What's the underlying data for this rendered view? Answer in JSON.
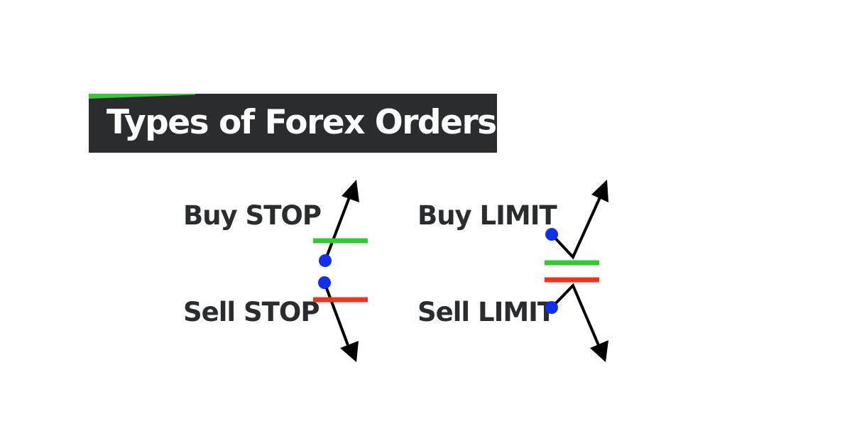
{
  "title": "Types of Forex Orders",
  "orders": {
    "buy_stop": "Buy STOP",
    "sell_stop": "Sell STOP",
    "buy_limit": "Buy LIMIT",
    "sell_limit": "Sell LIMIT"
  },
  "colors": {
    "banner": "#2b2c2e",
    "accent": "#3cc63c",
    "buy_line": "#2ecc2e",
    "sell_line": "#f0321e",
    "entry_dot": "#1030f0",
    "arrow": "#000000",
    "text": "#2b2c2e"
  }
}
